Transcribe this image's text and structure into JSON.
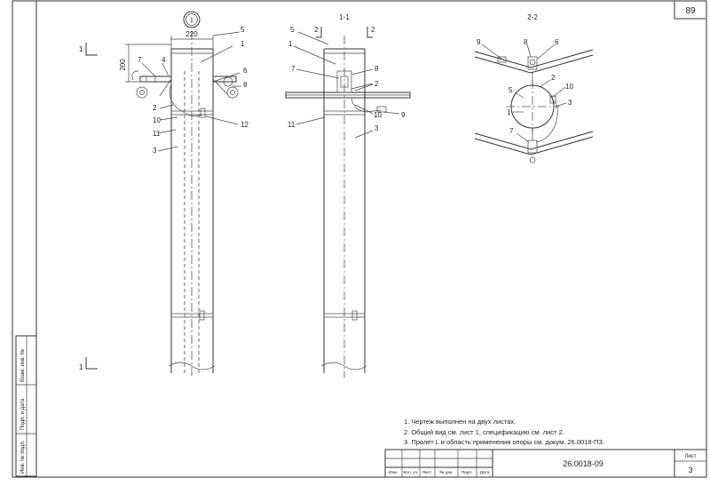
{
  "sheet_number_top": "89",
  "circle_mark": "I",
  "section_label_1": "1-1",
  "section_label_2": "2-2",
  "cut_mark_1": "1",
  "cut_mark_2": "2",
  "dimensions": {
    "width": "220",
    "height": "200"
  },
  "callouts_view_a": [
    "7",
    "4",
    "5",
    "1",
    "6",
    "8",
    "2",
    "10",
    "11",
    "3",
    "12"
  ],
  "callouts_view_b": [
    "5",
    "1",
    "7",
    "8",
    "2",
    "10",
    "9",
    "11",
    "3"
  ],
  "callouts_view_c": [
    "9",
    "8",
    "6",
    "2",
    "10",
    "5",
    "1",
    "3",
    "7"
  ],
  "notes": [
    "1. Чертеж выполнен на двух листах.",
    "2. Общий вид см. лист 1, спецификацию см. лист 2.",
    "3. Пролет L и область применения опоры см. докум. 26.0018-ПЗ."
  ],
  "side_stamp": [
    "Инв. № подл.",
    "Подп. и дата",
    "Взам. инв. №"
  ],
  "title_block": {
    "columns": [
      "Изм.",
      "Кол. уч.",
      "Лист",
      "№ док.",
      "Подп.",
      "Дата"
    ],
    "doc_code": "26.0018-09",
    "sheet_label": "Лист",
    "sheet_value": "3"
  }
}
